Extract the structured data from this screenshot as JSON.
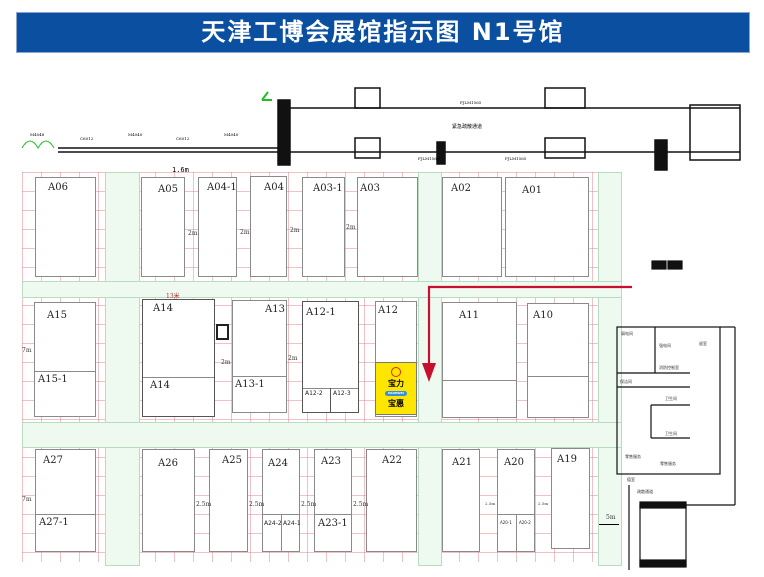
{
  "title": "天津工博会展馆指示图  N1号馆",
  "top_plan": {
    "door_labels": [
      "M4048",
      "C6012",
      "M4040",
      "C6012",
      "M4040",
      "FJLM1565",
      "紧急疏散通道",
      "FJLM1565",
      "FJLM1565",
      "1.6m"
    ]
  },
  "booths": {
    "A06": "A06",
    "A05": "A05",
    "A04-1": "A04-1",
    "A04": "A04",
    "A03-1": "A03-1",
    "A03": "A03",
    "A02": "A02",
    "A01": "A01",
    "A15": "A15",
    "A15-1": "A15-1",
    "A14": "A14",
    "A14b": "A14",
    "A13": "A13",
    "A13-1": "A13-1",
    "A12-1": "A12-1",
    "A12-2": "A12-2",
    "A12-3": "A12-3",
    "A12": "A12",
    "A11": "A11",
    "A10": "A10",
    "A27": "A27",
    "A27-1": "A27-1",
    "A26": "A26",
    "A25": "A25",
    "A24": "A24",
    "A24-2": "A24-2",
    "A24-1": "A24-1",
    "A23": "A23",
    "A23-1": "A23-1",
    "A22": "A22",
    "A21": "A21",
    "A20": "A20",
    "A20-1": "A20-1",
    "A20-2": "A20-2",
    "A19": "A19"
  },
  "dimensions": {
    "d2m": "2m",
    "d7m": "7m",
    "d13": "13米",
    "d25": "2.5m",
    "d5m": "5m"
  },
  "exhibitor": {
    "brand1": "宝力",
    "brand2": "宝惠",
    "badge": "PAOHWEI"
  },
  "facilities": [
    "弱电间",
    "强电间",
    "消防控制室",
    "保洁间",
    "卫生间",
    "零售服务",
    "值室",
    "疏散通道",
    "留室"
  ],
  "colors": {
    "title_bg": "#0b4fa1",
    "corridor": "#eefaf0",
    "arrow": "#c8102e",
    "exhibitor": "#ffe600"
  }
}
